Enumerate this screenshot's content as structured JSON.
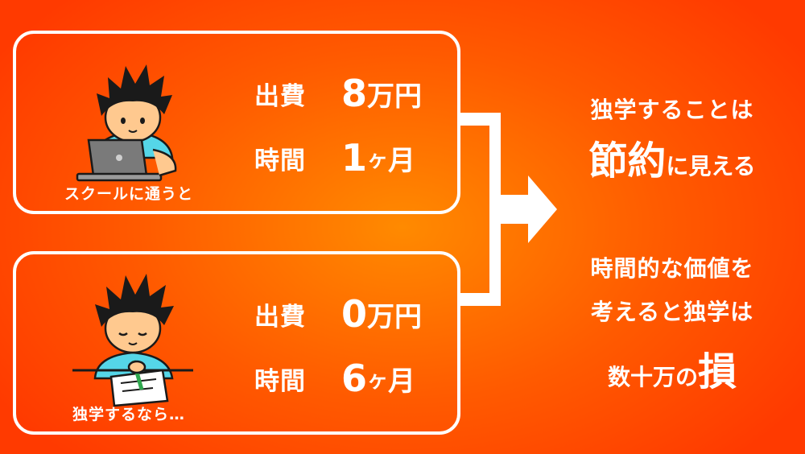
{
  "school": {
    "caption": "スクールに通うと",
    "cost_label": "出費",
    "cost_value": "8",
    "cost_unit": "万円",
    "time_label": "時間",
    "time_value": "1",
    "time_counter": "ヶ",
    "time_unit": "月"
  },
  "self_study": {
    "caption": "独学するなら…",
    "cost_label": "出費",
    "cost_value": "0",
    "cost_unit": "万円",
    "time_label": "時間",
    "time_value": "6",
    "time_counter": "ヶ",
    "time_unit": "月"
  },
  "conclusion": {
    "line1": "独学することは",
    "line2_emphasis": "節約",
    "line2_rest": "に見える",
    "line3": "時間的な価値を",
    "line4": "考えると独学は",
    "line5_rest": "数十万の",
    "line5_emphasis": "損"
  },
  "colors": {
    "background_center": "#ff8a00",
    "background_edge": "#ff3a00",
    "text": "#ffffff",
    "shirt": "#55d6e8",
    "hair": "#1a1a1a",
    "skin": "#ffc98f"
  }
}
